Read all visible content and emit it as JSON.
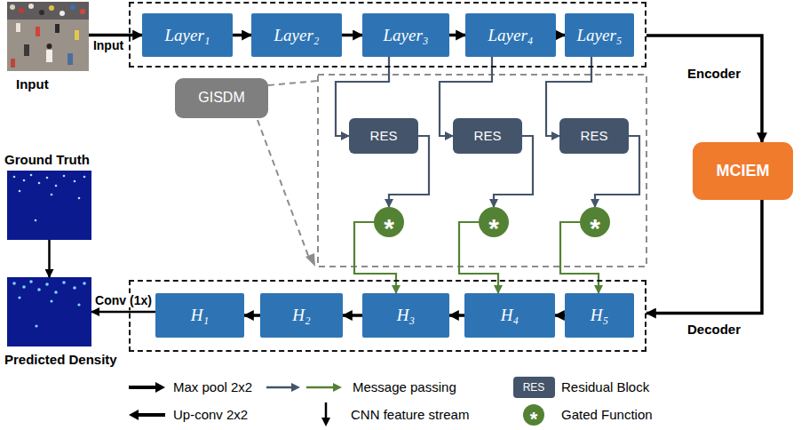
{
  "diagram": {
    "nodes": [
      {
        "text": [
          "Input"
        ]
      },
      {
        "text": [
          "Encoder"
        ]
      },
      {
        "text": [
          "Layer₁"
        ],
        "in": 1
      },
      {
        "text": [
          "Layer₂"
        ],
        "in": 1
      },
      {
        "text": [
          "Layer₃"
        ],
        "in": 1
      },
      {
        "text": [
          "Layer₄"
        ],
        "in": 1
      },
      {
        "text": [
          "Layer₅"
        ],
        "in": 1
      },
      {
        "text": [
          "GISDM"
        ]
      },
      {
        "text": [
          "MCIEM"
        ]
      },
      {
        "text": [
          "RES"
        ]
      },
      {
        "text": [
          "RES"
        ]
      },
      {
        "text": [
          "RES"
        ]
      },
      {
        "text": [
          "*"
        ]
      },
      {
        "text": [
          "*"
        ]
      },
      {
        "text": [
          "*"
        ]
      },
      {
        "text": [
          "Ground Truth"
        ]
      },
      {
        "text": [
          "Decoder"
        ]
      },
      {
        "text": [
          "H₁"
        ],
        "in": 16
      },
      {
        "text": [
          "H₂"
        ],
        "in": 16
      },
      {
        "text": [
          "H₃"
        ],
        "in": 16
      },
      {
        "text": [
          "H₄"
        ],
        "in": 16
      },
      {
        "text": [
          "H₅"
        ],
        "in": 16
      },
      {
        "text": [
          "Predicted Density"
        ]
      }
    ],
    "edges": [
      {
        "from": 0,
        "to": 2,
        "arrow": "to",
        "label": "Input"
      },
      {
        "from": 2,
        "to": 3,
        "arrow": "to"
      },
      {
        "from": 3,
        "to": 4,
        "arrow": "to"
      },
      {
        "from": 4,
        "to": 5,
        "arrow": "to"
      },
      {
        "from": 5,
        "to": 6,
        "arrow": "to"
      },
      {
        "from": 1,
        "to": 8,
        "arrow": "to"
      },
      {
        "from": 8,
        "to": 16,
        "arrow": "to"
      },
      {
        "from": 21,
        "to": 20,
        "arrow": "to"
      },
      {
        "from": 20,
        "to": 19,
        "arrow": "to"
      },
      {
        "from": 19,
        "to": 18,
        "arrow": "to"
      },
      {
        "from": 18,
        "to": 17,
        "arrow": "to"
      },
      {
        "from": 4,
        "to": 9,
        "arrow": "to"
      },
      {
        "from": 5,
        "to": 10,
        "arrow": "to"
      },
      {
        "from": 6,
        "to": 11,
        "arrow": "to"
      },
      {
        "from": 9,
        "to": 12,
        "arrow": "to"
      },
      {
        "from": 10,
        "to": 13,
        "arrow": "to"
      },
      {
        "from": 11,
        "to": 14,
        "arrow": "to"
      },
      {
        "from": 12,
        "to": 19,
        "arrow": "to"
      },
      {
        "from": 13,
        "to": 20,
        "arrow": "to"
      },
      {
        "from": 14,
        "to": 21,
        "arrow": "to"
      },
      {
        "from": 15,
        "to": 22,
        "arrow": "to"
      },
      {
        "from": 17,
        "to": 22,
        "arrow": "to",
        "label": "Conv (1x)"
      }
    ],
    "labels": [
      "RES",
      "*"
    ],
    "legend": [
      {
        "text": "Max pool 2x2"
      },
      {
        "text": "Up-conv 2x2"
      },
      {
        "text": "Message passing"
      },
      {
        "text": "CNN feature stream"
      },
      {
        "text": "Residual Block"
      },
      {
        "text": "Gated Function"
      }
    ]
  }
}
